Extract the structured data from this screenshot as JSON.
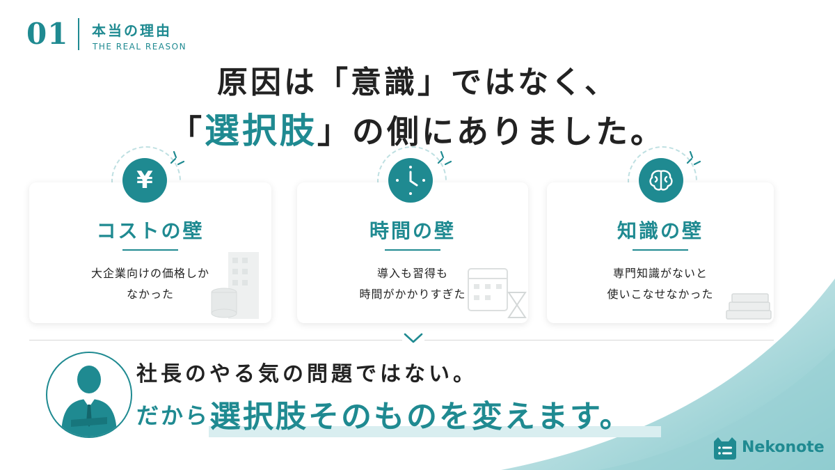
{
  "section": {
    "number": "01",
    "title_jp": "本当の理由",
    "title_en": "THE REAL REASON"
  },
  "headline": {
    "line1": "原因は「意識」ではなく、",
    "line2_open": "「",
    "line2_highlight": "選択肢",
    "line2_close": "」の側にありました。"
  },
  "cards": [
    {
      "icon": "yen-icon",
      "title": "コストの壁",
      "desc1": "大企業向けの価格しか",
      "desc2": "なかった"
    },
    {
      "icon": "clock-icon",
      "title": "時間の壁",
      "desc1": "導入も習得も",
      "desc2": "時間がかかりすぎた"
    },
    {
      "icon": "brain-icon",
      "title": "知識の壁",
      "desc1": "専門知識がないと",
      "desc2": "使いこなせなかった"
    }
  ],
  "conclusion": {
    "line1": "社長のやる気の問題ではない。",
    "line2_prefix": "だから、",
    "line2_highlight": "選択肢そのものを変えます。"
  },
  "brand": {
    "name": "Nekonote"
  },
  "colors": {
    "accent": "#1f8a91",
    "text": "#222222",
    "highlight_bg": "#d9eef0"
  }
}
